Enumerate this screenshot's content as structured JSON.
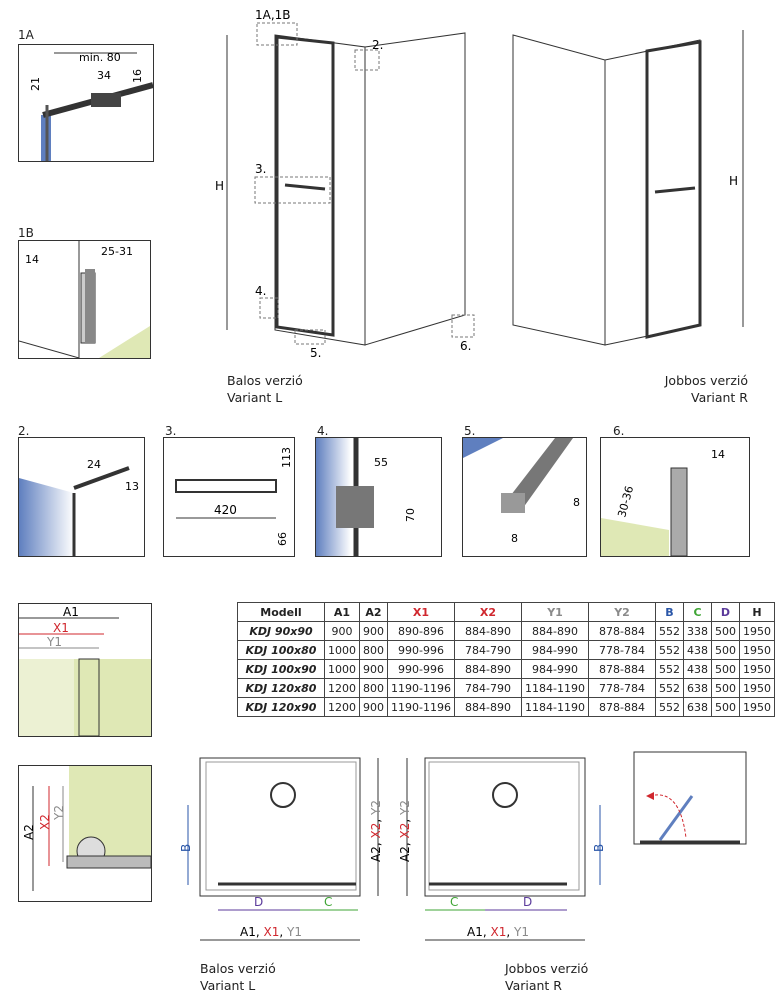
{
  "details": {
    "d1a": "1A",
    "d1b": "1B",
    "d2": "2.",
    "d3": "3.",
    "d4": "4.",
    "d5": "5.",
    "d6": "6."
  },
  "dims": {
    "1a": [
      "min. 80",
      "34",
      "16",
      "21"
    ],
    "1b": [
      "14",
      "25-31"
    ],
    "2": [
      "24",
      "13"
    ],
    "3": [
      "113",
      "420",
      "66"
    ],
    "4": [
      "55",
      "70"
    ],
    "5": [
      "8",
      "8"
    ],
    "6": [
      "14",
      "30-36"
    ]
  },
  "main": {
    "callout_1a1b": "1A,1B",
    "callout_2": "2.",
    "callout_3": "3.",
    "callout_4": "4.",
    "callout_5": "5.",
    "callout_6": "6.",
    "h": "H"
  },
  "captions": {
    "left_1": "Balos verzió",
    "left_2": "Variant L",
    "right_1": "Jobbos verzió",
    "right_2": "Variant R"
  },
  "letters": {
    "a1": "A1",
    "x1": "X1",
    "y1": "Y1",
    "a2": "A2",
    "x2": "X2",
    "y2": "Y2",
    "b": "B",
    "c": "C",
    "d": "D",
    "sep": ", "
  },
  "colors": {
    "x": "#d0272e",
    "y": "#8a8a8a",
    "b": "#2a56a8",
    "c": "#3fa535",
    "d": "#5b3a9b",
    "glass": "#5f7fbf",
    "wall": "#dfe8b5"
  },
  "table": {
    "headers": [
      "Modell",
      "A1",
      "A2",
      "X1",
      "X2",
      "Y1",
      "Y2",
      "B",
      "C",
      "D",
      "H"
    ],
    "rows": [
      [
        "KDJ 90x90",
        "900",
        "900",
        "890-896",
        "884-890",
        "884-890",
        "878-884",
        "552",
        "338",
        "500",
        "1950"
      ],
      [
        "KDJ 100x80",
        "1000",
        "800",
        "990-996",
        "784-790",
        "984-990",
        "778-784",
        "552",
        "438",
        "500",
        "1950"
      ],
      [
        "KDJ 100x90",
        "1000",
        "900",
        "990-996",
        "884-890",
        "984-990",
        "878-884",
        "552",
        "438",
        "500",
        "1950"
      ],
      [
        "KDJ 120x80",
        "1200",
        "800",
        "1190-1196",
        "784-790",
        "1184-1190",
        "778-784",
        "552",
        "638",
        "500",
        "1950"
      ],
      [
        "KDJ 120x90",
        "1200",
        "900",
        "1190-1196",
        "884-890",
        "1184-1190",
        "878-884",
        "552",
        "638",
        "500",
        "1950"
      ]
    ]
  }
}
